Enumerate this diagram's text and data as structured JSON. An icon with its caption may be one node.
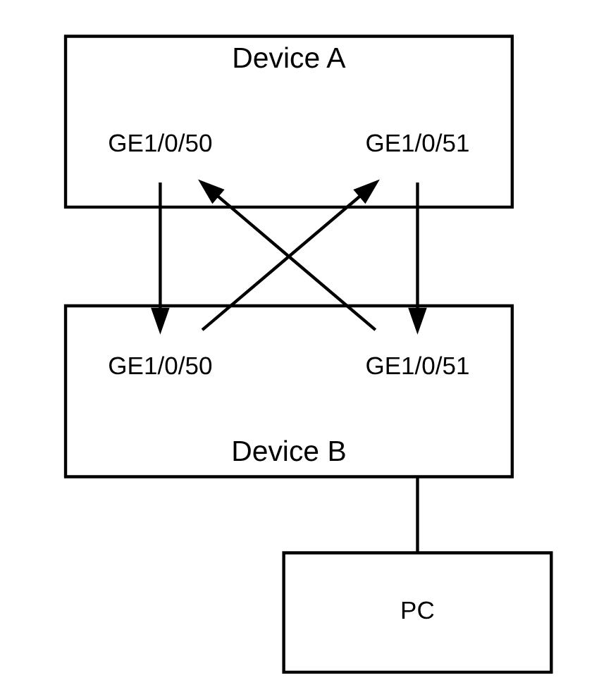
{
  "diagram": {
    "nodes": [
      {
        "text": [
          "Device A"
        ]
      },
      {
        "text": [
          "GE1/0/50"
        ],
        "in": 0
      },
      {
        "text": [
          "GE1/0/51"
        ],
        "in": 0
      },
      {
        "text": [
          "Device B"
        ]
      },
      {
        "text": [
          "GE1/0/50"
        ],
        "in": 3
      },
      {
        "text": [
          "GE1/0/51"
        ],
        "in": 3
      },
      {
        "text": [
          "PC"
        ]
      }
    ],
    "edges": [
      {
        "from": 1,
        "to": 4,
        "arrow": "to"
      },
      {
        "from": 2,
        "to": 5,
        "arrow": "to"
      },
      {
        "from": 4,
        "to": 2,
        "arrow": "to"
      },
      {
        "from": 5,
        "to": 1,
        "arrow": "to"
      },
      {
        "from": 3,
        "to": 6,
        "arrow": "none"
      }
    ]
  }
}
